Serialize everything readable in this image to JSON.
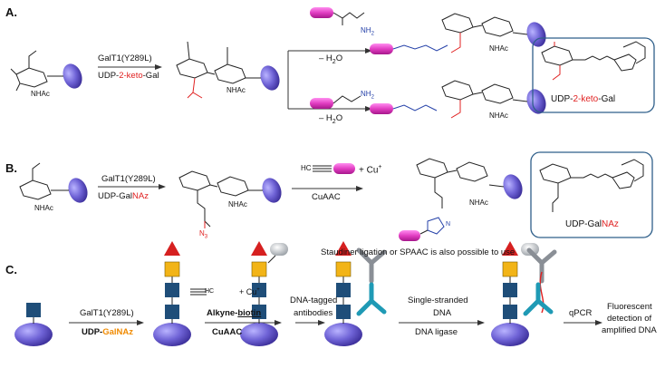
{
  "colors": {
    "bead": "#6f63d6",
    "tag": "#e23ec2",
    "gal_red": "#e02020",
    "glcnac_navy": "#1f4e79",
    "gal_yellow": "#f2b417",
    "fucose_red": "#d62020",
    "antibody_gray": "#8a8f96",
    "dna_teal": "#1f9ab5",
    "box_border": "#2f5f8a"
  },
  "sections": {
    "a": "A.",
    "b": "B.",
    "c": "C."
  },
  "panelA": {
    "enzyme": "GalT1(Y289L)",
    "reagent_pre": "UDP-",
    "reagent_red": "2-keto",
    "reagent_post": "-Gal",
    "nhac1": "NHAc",
    "nhac2": "NHAc",
    "nhac3": "NHAc",
    "nhac4": "NHAc",
    "water_top": "– H",
    "water_top_sub": "2",
    "water_top_tail": "O",
    "water_bot": "– H",
    "water_bot_sub": "2",
    "water_bot_tail": "O",
    "hydrazide_nh2": "NH",
    "hydrazide_sub": "2",
    "aminooxy_nh2": "NH",
    "aminooxy_sub": "2",
    "box_pre": "UDP-",
    "box_red": "2-keto",
    "box_post": "-Gal"
  },
  "panelB": {
    "enzyme": "GalT1(Y289L)",
    "reagent_pre": "UDP-Gal",
    "reagent_red": "NAz",
    "nhac1": "NHAc",
    "nhac2": "NHAc",
    "nhac3": "NHAc",
    "n3": "N",
    "n3_sub": "3",
    "click": "CuAAC",
    "alkyne_hc": "HC",
    "cu": "+ Cu",
    "cu_sup": "+",
    "triazole_n": "N",
    "box_pre": "UDP-Gal",
    "box_red": "NAz",
    "note": "Staudiner ligation or SPAAC is also possible to use"
  },
  "panelC": {
    "step1_enzyme": "GalT1(Y289L)",
    "step1_pre": "UDP-",
    "step1_orange": "GalNAz",
    "step2_hc": "HC",
    "step2_cu": "+ Cu",
    "step2_sup": "+",
    "step2_label_pre": "Alkyne-",
    "step2_label_bold": "biotin",
    "step2_click": "CuAAC",
    "step3": "DNA-tagged",
    "step3b": "antibodies",
    "step4a": "Single-stranded",
    "step4b": "DNA",
    "step4c": "DNA ligase",
    "step5": "qPCR",
    "final_a": "Fluorescent",
    "final_b": "detection of",
    "final_c": "amplified DNA"
  }
}
